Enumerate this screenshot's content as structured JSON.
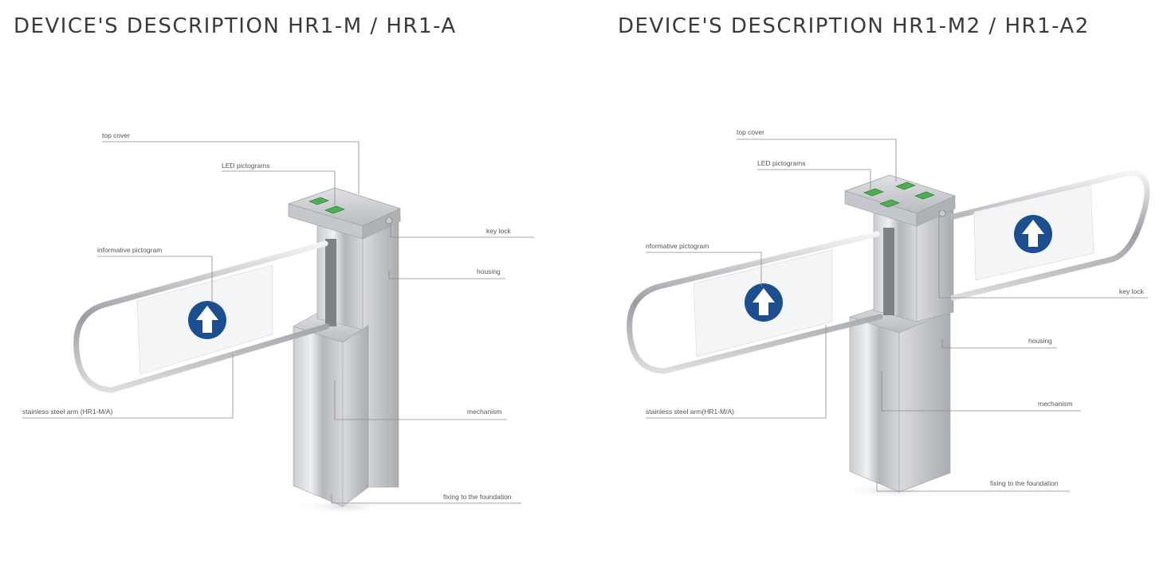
{
  "left": {
    "title": "DEVICE'S DESCRIPTION HR1-M / HR1-A",
    "labels": {
      "top_cover": "top cover",
      "led_pictograms": "LED pictograms",
      "key_lock": "key lock",
      "informative_pictogram": "informative pictogram",
      "housing": "housing",
      "arm": "stainless steel arm (HR1-M/A)",
      "mechanism": "mechanism",
      "fixing": "fixing to the foundation"
    }
  },
  "right": {
    "title": "DEVICE'S DESCRIPTION  HR1-M2 / HR1-A2",
    "labels": {
      "top_cover": "top cover",
      "led_pictograms": "LED pictograms",
      "informative_pictogram": "nformative pictogram",
      "key_lock": "key lock",
      "housing": "housing",
      "mechanism": "mechanism",
      "arm": "stainless steel arm(HR1-M/A)",
      "fixing": "fixing to the foundation"
    }
  },
  "colors": {
    "steel_light": "#e4e6e8",
    "steel_mid": "#b9bcc0",
    "steel_dark": "#8d9095",
    "led_green": "#4caf50",
    "pictogram_blue": "#1d4e8f"
  }
}
